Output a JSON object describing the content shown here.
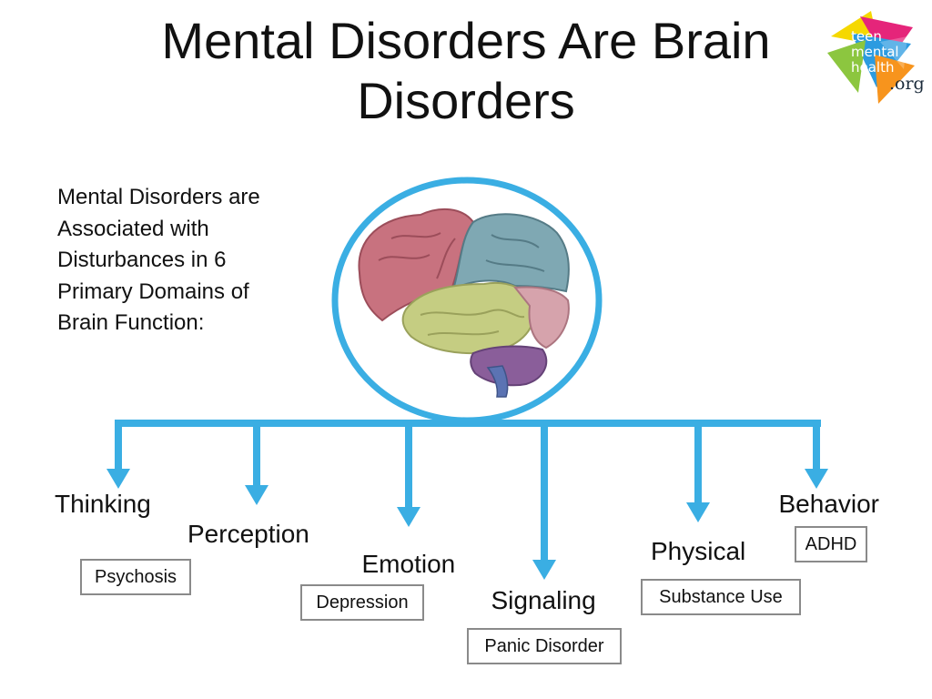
{
  "title": {
    "line1": "Mental Disorders Are Brain",
    "line2": "Disorders"
  },
  "intro": {
    "lines": [
      "Mental Disorders are",
      "Associated with",
      "Disturbances in 6",
      "Primary Domains of",
      "Brain Function:"
    ]
  },
  "logo": {
    "line1": "teen",
    "line2": "mental",
    "line3": "health",
    "suffix": ".org"
  },
  "colors": {
    "connector": "#3aaee3",
    "box_border": "#8a8a8a",
    "text": "#111111"
  },
  "domains": [
    {
      "label": "Thinking",
      "example": "Psychosis"
    },
    {
      "label": "Perception",
      "example": ""
    },
    {
      "label": "Emotion",
      "example": "Depression"
    },
    {
      "label": "Signaling",
      "example": "Panic Disorder"
    },
    {
      "label": "Physical",
      "example": "Substance Use"
    },
    {
      "label": "Behavior",
      "example": "ADHD"
    }
  ]
}
